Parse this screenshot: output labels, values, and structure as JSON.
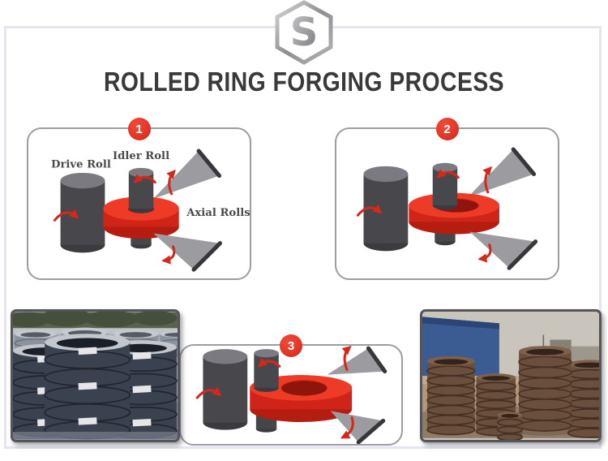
{
  "header": {
    "logo_letter": "S",
    "title": "ROLLED RING FORGING PROCESS"
  },
  "steps": [
    {
      "number": "1",
      "labels": {
        "drive": "Drive Roll",
        "idler": "Idler Roll",
        "axial": "Axial Rolls"
      }
    },
    {
      "number": "2"
    },
    {
      "number": "3"
    }
  ],
  "photos": {
    "left": {
      "name": "stacked-machined-rings-photo"
    },
    "right": {
      "name": "forged-rings-storage-yard-photo"
    }
  },
  "colors": {
    "accent_red": "#e23527",
    "arrow_red": "#d5281b",
    "ring_top_red": "#ee3b28",
    "ring_wall_red": "#cf2417",
    "steel_gray": "#48484c",
    "steel_top_gray": "#7a7a80",
    "cone_gray": "#9b9ba0",
    "frame_border": "#e4e4f3",
    "panel_border": "#9c9ca2",
    "title_color": "#39393c"
  }
}
